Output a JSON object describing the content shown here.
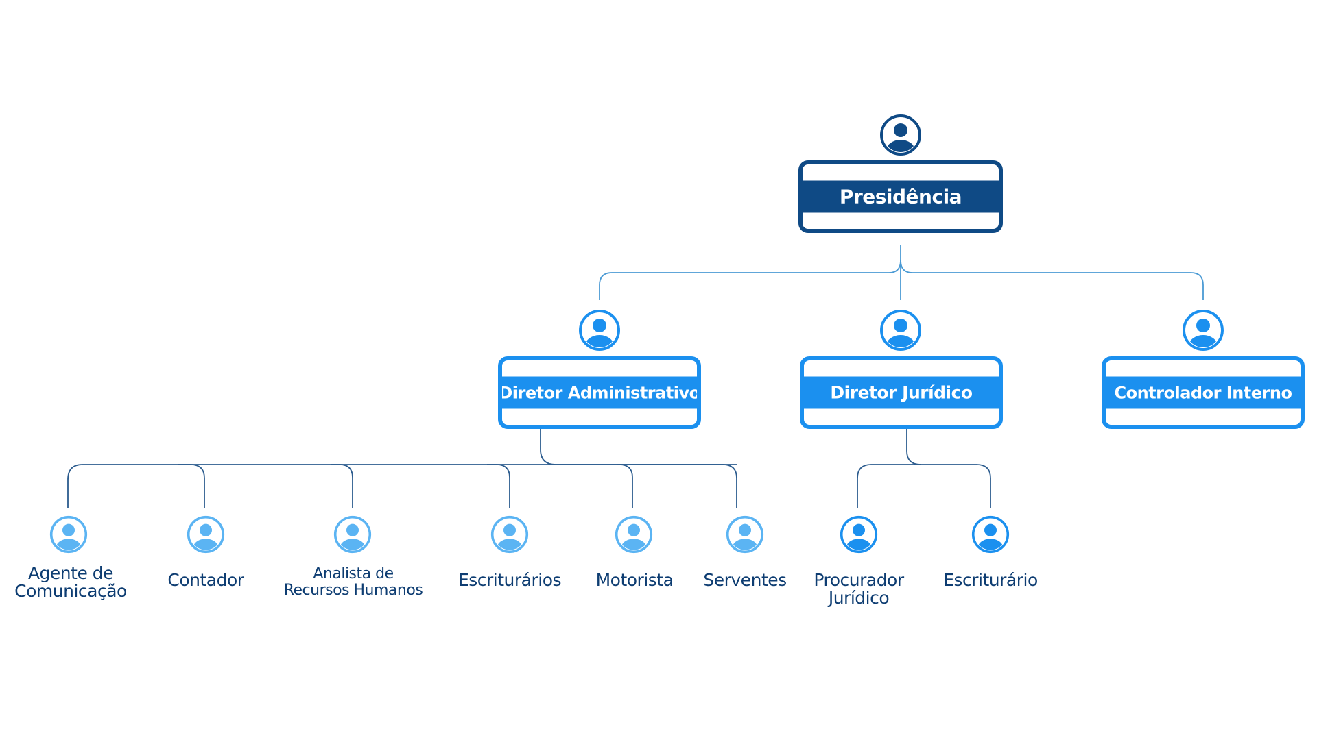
{
  "colors": {
    "navy": "#0f4a85",
    "blue": "#1b90ef",
    "light_blue": "#5bb4f3",
    "label_text": "#0e3d72"
  },
  "top": {
    "label": "Presidência",
    "icon": "user-icon"
  },
  "directors": [
    {
      "label": "Diretor Administrativo",
      "icon": "user-icon"
    },
    {
      "label": "Diretor Jurídico",
      "icon": "user-icon"
    },
    {
      "label": "Controlador Interno",
      "icon": "user-icon"
    }
  ],
  "staff": [
    {
      "line1": "Agente de",
      "line2": "Comunicação",
      "icon": "user-icon"
    },
    {
      "line1": "Contador",
      "line2": "",
      "icon": "user-icon"
    },
    {
      "line1": "Analista de",
      "line2": "Recursos Humanos",
      "icon": "user-icon"
    },
    {
      "line1": "Escriturários",
      "line2": "",
      "icon": "user-icon"
    },
    {
      "line1": "Motorista",
      "line2": "",
      "icon": "user-icon"
    },
    {
      "line1": "Serventes",
      "line2": "",
      "icon": "user-icon"
    },
    {
      "line1": "Procurador",
      "line2": "Jurídico",
      "icon": "user-icon"
    },
    {
      "line1": "Escriturário",
      "line2": "",
      "icon": "user-icon"
    }
  ]
}
